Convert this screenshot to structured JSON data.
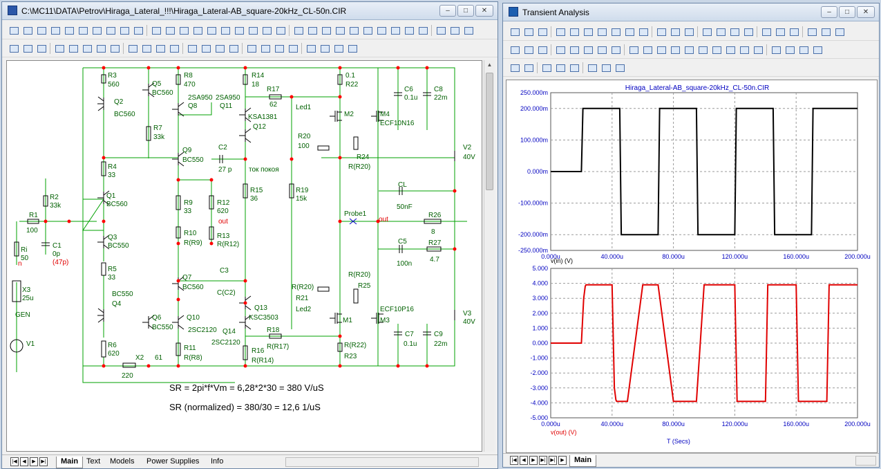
{
  "colors": {
    "wire": "#00a000",
    "label": "#006000",
    "node": "#ff0000",
    "red_text": "#e00000",
    "blue_text": "#0000c0",
    "trace_in": "#000000",
    "trace_out": "#e00000",
    "grid": "#888888"
  },
  "left_window": {
    "title": "C:\\MC11\\DATA\\Petrov\\Hiraga_Lateral_!!!\\Hiraga_Lateral-AB_square-20kHz_CL-50n.CIR",
    "tabs": [
      "Main",
      "Text",
      "Models",
      "Power Supplies",
      "Info"
    ],
    "active_tab": "Main",
    "window_buttons": [
      "–",
      "□",
      "✕"
    ]
  },
  "schematic": {
    "labels": [
      {
        "id": "R3",
        "text": "R3"
      },
      {
        "id": "R3v",
        "text": "560"
      },
      {
        "id": "Q5",
        "text": "Q5"
      },
      {
        "id": "Q5m",
        "text": "BC560"
      },
      {
        "id": "Q2",
        "text": "Q2"
      },
      {
        "id": "Q2m",
        "text": "BC560"
      },
      {
        "id": "R7",
        "text": "R7"
      },
      {
        "id": "R7v",
        "text": "33k"
      },
      {
        "id": "R8",
        "text": "R8"
      },
      {
        "id": "R8v",
        "text": "470"
      },
      {
        "id": "Q8m",
        "text": "2SA950"
      },
      {
        "id": "Q8",
        "text": "Q8"
      },
      {
        "id": "R14",
        "text": "R14"
      },
      {
        "id": "R14v",
        "text": "18"
      },
      {
        "id": "Q11m",
        "text": "2SA950"
      },
      {
        "id": "Q11",
        "text": "Q11"
      },
      {
        "id": "R17",
        "text": "R17"
      },
      {
        "id": "R17v",
        "text": "62"
      },
      {
        "id": "R01",
        "text": "0.1"
      },
      {
        "id": "R22",
        "text": "R22"
      },
      {
        "id": "C6",
        "text": "C6"
      },
      {
        "id": "C6v",
        "text": "0.1u"
      },
      {
        "id": "C8",
        "text": "C8"
      },
      {
        "id": "C8v",
        "text": "22m"
      },
      {
        "id": "Led1",
        "text": "Led1"
      },
      {
        "id": "M2",
        "text": "M2"
      },
      {
        "id": "M4",
        "text": "M4"
      },
      {
        "id": "M4m",
        "text": "ECF10N16"
      },
      {
        "id": "KSA",
        "text": "KSA1381"
      },
      {
        "id": "Q12",
        "text": "Q12"
      },
      {
        "id": "R20",
        "text": "R20"
      },
      {
        "id": "R20v",
        "text": "100"
      },
      {
        "id": "R24",
        "text": "R24"
      },
      {
        "id": "R24v",
        "text": "R(R20)"
      },
      {
        "id": "Q9",
        "text": "Q9"
      },
      {
        "id": "Q9m",
        "text": "BC550"
      },
      {
        "id": "C2",
        "text": "C2"
      },
      {
        "id": "C2v",
        "text": "27 p"
      },
      {
        "id": "tok",
        "text": "ток покоя"
      },
      {
        "id": "V2",
        "text": "V2"
      },
      {
        "id": "V2v",
        "text": "40V"
      },
      {
        "id": "R4",
        "text": "R4"
      },
      {
        "id": "R4v",
        "text": "33"
      },
      {
        "id": "R2",
        "text": "R2"
      },
      {
        "id": "R2v",
        "text": "33k"
      },
      {
        "id": "Q1",
        "text": "Q1"
      },
      {
        "id": "Q1m",
        "text": "BC560"
      },
      {
        "id": "R9",
        "text": "R9"
      },
      {
        "id": "R9v",
        "text": "33"
      },
      {
        "id": "R12",
        "text": "R12"
      },
      {
        "id": "R12v",
        "text": "620"
      },
      {
        "id": "R15",
        "text": "R15"
      },
      {
        "id": "R15v",
        "text": "36"
      },
      {
        "id": "R19",
        "text": "R19"
      },
      {
        "id": "R19v",
        "text": "15k"
      },
      {
        "id": "CL",
        "text": "CL"
      },
      {
        "id": "CLv",
        "text": "50nF"
      },
      {
        "id": "R1",
        "text": "R1"
      },
      {
        "id": "R1v",
        "text": "100"
      },
      {
        "id": "Probe1",
        "text": "Probe1"
      },
      {
        "id": "R26",
        "text": "R26"
      },
      {
        "id": "R26v",
        "text": "8"
      },
      {
        "id": "R10",
        "text": "R10"
      },
      {
        "id": "R10v",
        "text": "R(R9)"
      },
      {
        "id": "R13",
        "text": "R13"
      },
      {
        "id": "R13v",
        "text": "R(R12)"
      },
      {
        "id": "Q3",
        "text": "Q3"
      },
      {
        "id": "Q3m",
        "text": "BC550"
      },
      {
        "id": "C1",
        "text": "C1"
      },
      {
        "id": "C1v",
        "text": "0p"
      },
      {
        "id": "Ri",
        "text": "Ri"
      },
      {
        "id": "Riv",
        "text": "50"
      },
      {
        "id": "C5",
        "text": "C5"
      },
      {
        "id": "C5v",
        "text": "100n"
      },
      {
        "id": "R27",
        "text": "R27"
      },
      {
        "id": "R27v",
        "text": "4.7"
      },
      {
        "id": "R5",
        "text": "R5"
      },
      {
        "id": "R5v",
        "text": "33"
      },
      {
        "id": "C3",
        "text": "C3"
      },
      {
        "id": "C3v",
        "text": "C(C2)"
      },
      {
        "id": "R20b",
        "text": "R(R20)"
      },
      {
        "id": "BC550a",
        "text": "BC550"
      },
      {
        "id": "Q4",
        "text": "Q4"
      },
      {
        "id": "Q7",
        "text": "Q7"
      },
      {
        "id": "Q7m",
        "text": "BC560"
      },
      {
        "id": "R20c",
        "text": "R(R20)"
      },
      {
        "id": "R21",
        "text": "R21"
      },
      {
        "id": "R25",
        "text": "R25"
      },
      {
        "id": "X3",
        "text": "X3"
      },
      {
        "id": "X3v",
        "text": "25u"
      },
      {
        "id": "Q13",
        "text": "Q13"
      },
      {
        "id": "Q13m",
        "text": "KSC3503"
      },
      {
        "id": "Led2",
        "text": "Led2"
      },
      {
        "id": "M3m",
        "text": "ECF10P16"
      },
      {
        "id": "M1",
        "text": "M1"
      },
      {
        "id": "M3",
        "text": "M3"
      },
      {
        "id": "V3",
        "text": "V3"
      },
      {
        "id": "V3v",
        "text": "40V"
      },
      {
        "id": "GEN",
        "text": "GEN"
      },
      {
        "id": "Q6",
        "text": "Q6"
      },
      {
        "id": "Q6m",
        "text": "BC550"
      },
      {
        "id": "Q10",
        "text": "Q10"
      },
      {
        "id": "Q10m",
        "text": "2SC2120"
      },
      {
        "id": "Q14",
        "text": "Q14"
      },
      {
        "id": "Q14m",
        "text": "2SC2120"
      },
      {
        "id": "R18",
        "text": "R18"
      },
      {
        "id": "R18v",
        "text": "R(R17)"
      },
      {
        "id": "C7",
        "text": "C7"
      },
      {
        "id": "C7v",
        "text": "0.1u"
      },
      {
        "id": "C9",
        "text": "C9"
      },
      {
        "id": "C9v",
        "text": "22m"
      },
      {
        "id": "V1",
        "text": "V1"
      },
      {
        "id": "R6",
        "text": "R6"
      },
      {
        "id": "R6v",
        "text": "620"
      },
      {
        "id": "R11",
        "text": "R11"
      },
      {
        "id": "R11v",
        "text": "R(R8)"
      },
      {
        "id": "R16",
        "text": "R16"
      },
      {
        "id": "R16v",
        "text": "R(R14)"
      },
      {
        "id": "R22b",
        "text": "R(R22)"
      },
      {
        "id": "R23",
        "text": "R23"
      },
      {
        "id": "X2",
        "text": "X2"
      },
      {
        "id": "X2v",
        "text": "61"
      },
      {
        "id": "P220",
        "text": "220"
      }
    ],
    "red_labels": [
      {
        "id": "out1",
        "text": "out"
      },
      {
        "id": "out2",
        "text": "out"
      },
      {
        "id": "n",
        "text": "n"
      },
      {
        "id": "c47",
        "text": "(47p)"
      }
    ],
    "formula1": "SR = 2pi*f*Vm = 6,28*2*30 = 380 V/uS",
    "formula2": "SR (normalized) = 380/30 = 12,6  1/uS"
  },
  "right_window": {
    "title": "Transient Analysis",
    "tabs": [
      "Main"
    ],
    "window_buttons": [
      "–",
      "□",
      "✕"
    ]
  },
  "chart_data": [
    {
      "type": "line",
      "title": "Hiraga_Lateral-AB_square-20kHz_CL-50n.CIR",
      "xlabel": "v(in) (V)",
      "ylabel": "",
      "xlim": [
        0,
        200
      ],
      "ylim": [
        -0.25,
        0.25
      ],
      "grid": true,
      "x_ticks": [
        "0.000u",
        "40.000u",
        "80.000u",
        "120.000u",
        "160.000u",
        "200.000u"
      ],
      "y_ticks": [
        "250.000m",
        "200.000m",
        "100.000m",
        "0.000m",
        "-100.000m",
        "-200.000m",
        "-250.000m"
      ],
      "y_tick_values": [
        0.25,
        0.2,
        0.1,
        0,
        -0.1,
        -0.2,
        -0.25
      ],
      "series": [
        {
          "name": "v(in)",
          "x": [
            0,
            20,
            21,
            25,
            26,
            45,
            46,
            50,
            51,
            70,
            71,
            75,
            76,
            95,
            96,
            100,
            101,
            120,
            121,
            125,
            126,
            145,
            146,
            150,
            151,
            170,
            171,
            175,
            176,
            195,
            196,
            200
          ],
          "values": [
            0,
            0,
            0.2,
            0.2,
            0.2,
            0.2,
            -0.2,
            -0.2,
            -0.2,
            -0.2,
            0.2,
            0.2,
            0.2,
            0.2,
            -0.2,
            -0.2,
            -0.2,
            -0.2,
            0.2,
            0.2,
            0.2,
            0.2,
            -0.2,
            -0.2,
            -0.2,
            -0.2,
            0.2,
            0.2,
            0.2,
            0.2,
            0.2,
            0.2
          ]
        }
      ]
    },
    {
      "type": "line",
      "title": "",
      "xlabel": "T (Secs)",
      "ylabel": "v(out) (V)",
      "xlim": [
        0,
        200
      ],
      "ylim": [
        -5,
        5
      ],
      "grid": true,
      "x_ticks": [
        "0.000u",
        "40.000u",
        "80.000u",
        "120.000u",
        "160.000u",
        "200.000u"
      ],
      "y_ticks": [
        "5.000",
        "4.000",
        "3.000",
        "2.000",
        "1.000",
        "0.000",
        "-1.000",
        "-2.000",
        "-3.000",
        "-4.000",
        "-5.000"
      ],
      "y_tick_values": [
        5,
        4,
        3,
        2,
        1,
        0,
        -1,
        -2,
        -3,
        -4,
        -5
      ],
      "series": [
        {
          "name": "v(out)",
          "x": [
            0,
            20,
            21.5,
            22.5,
            23,
            25,
            40,
            41.5,
            42.5,
            43,
            50,
            60,
            61.5,
            62.5,
            63,
            70,
            80,
            81.5,
            82.5,
            83,
            95,
            100,
            101.5,
            102.5,
            103,
            120,
            121.5,
            122.5,
            123,
            140,
            141.5,
            142.5,
            143,
            160,
            161.5,
            162.5,
            163,
            180,
            181.5,
            182.5,
            183,
            200
          ],
          "values": [
            0,
            0,
            3.0,
            3.8,
            3.9,
            3.9,
            3.9,
            -3.0,
            -3.8,
            -3.9,
            -3.9,
            3.9,
            3.9,
            3.9,
            3.9,
            3.9,
            -3.9,
            -3.9,
            -3.9,
            -3.9,
            -3.9,
            3.9,
            3.9,
            3.9,
            3.9,
            3.9,
            -3.9,
            -3.9,
            -3.9,
            -3.9,
            3.9,
            3.9,
            3.9,
            3.9,
            -3.9,
            -3.9,
            -3.9,
            -3.9,
            3.9,
            3.9,
            3.9,
            3.9
          ]
        }
      ]
    }
  ]
}
